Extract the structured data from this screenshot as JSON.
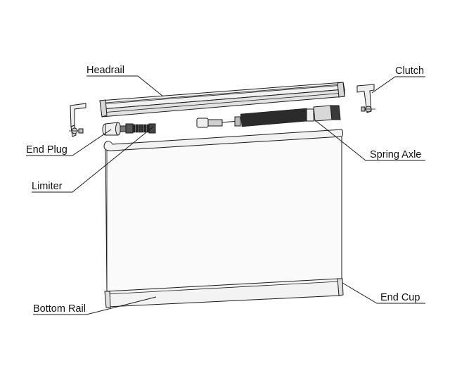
{
  "labels": {
    "headrail": "Headrail",
    "clutch": "Clutch",
    "end_plug": "End Plug",
    "spring_axle": "Spring Axle",
    "limiter": "Limiter",
    "bottom_rail": "Bottom Rail",
    "end_cup": "End Cup"
  },
  "colors": {
    "line": "#1a1a1a",
    "background": "#ffffff",
    "metal_fill": "#e6e6e6",
    "dark_part": "#2b2b2b"
  }
}
